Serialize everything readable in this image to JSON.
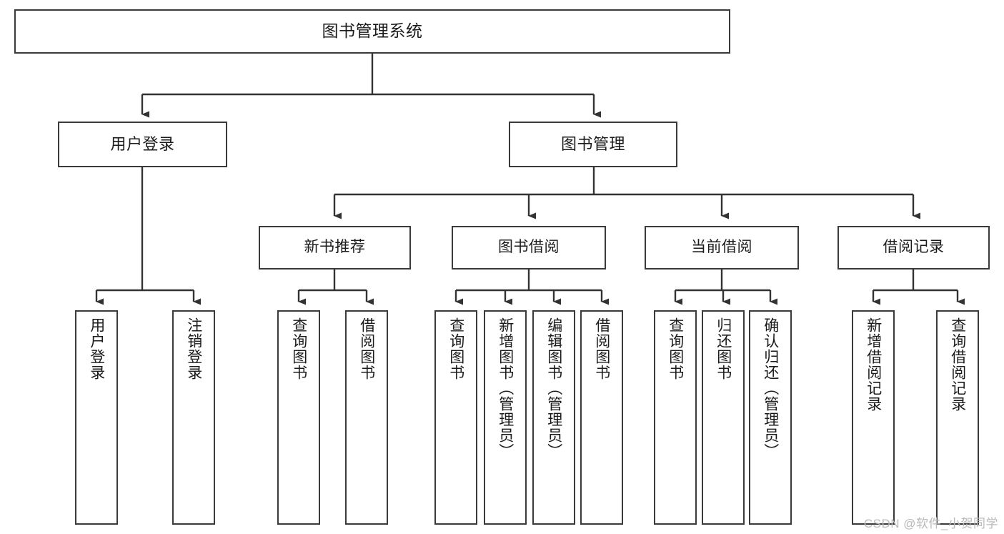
{
  "diagram": {
    "title": "图书管理系统",
    "type": "tree-hierarchy-flowchart",
    "colors": {
      "box_border": "#3a3a3a",
      "box_fill": "#ffffff",
      "connector": "#333333",
      "text": "#1b1b1b",
      "watermark": "#b9b9b9",
      "background": "#ffffff"
    },
    "nodes": {
      "root": {
        "label": "图书管理系统"
      },
      "user_login": {
        "label": "用户登录"
      },
      "book_manage": {
        "label": "图书管理"
      },
      "new_book_rec": {
        "label": "新书推荐"
      },
      "book_borrow": {
        "label": "图书借阅"
      },
      "current_borrow": {
        "label": "当前借阅"
      },
      "borrow_record": {
        "label": "借阅记录"
      },
      "leaf_user_login": {
        "label": "用户登录"
      },
      "leaf_logout": {
        "label": "注销登录"
      },
      "leaf_query_book_a": {
        "label": "查询图书"
      },
      "leaf_borrow_book_a": {
        "label": "借阅图书"
      },
      "leaf_query_book_b": {
        "label": "查询图书"
      },
      "leaf_add_book": {
        "label": "新增图书（管理员）"
      },
      "leaf_edit_book": {
        "label": "编辑图书（管理员）"
      },
      "leaf_borrow_book_b": {
        "label": "借阅图书"
      },
      "leaf_query_book_c": {
        "label": "查询图书"
      },
      "leaf_return_book": {
        "label": "归还图书"
      },
      "leaf_confirm_return": {
        "label": "确认归还（管理员）"
      },
      "leaf_add_record": {
        "label": "新增借阅记录"
      },
      "leaf_query_record": {
        "label": "查询借阅记录"
      }
    }
  },
  "watermark": {
    "text": "CSDN @软件_小贺同学"
  }
}
